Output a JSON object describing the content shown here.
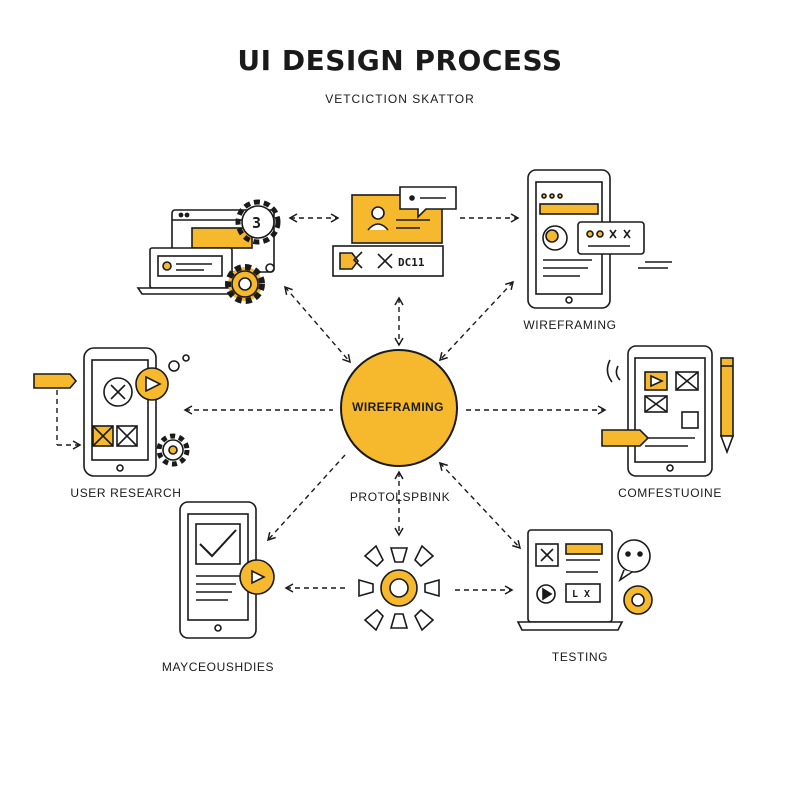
{
  "header": {
    "title": "UI DESIGN PROCESS",
    "subtitle": "VETCICTION SKATTOR"
  },
  "hub": {
    "label": "WIREFRAMING"
  },
  "nodes": {
    "top_right": {
      "label": "WIREFRAMING"
    },
    "left": {
      "label": "USER RESEARCH"
    },
    "right": {
      "label": "COMFESTUOINE"
    },
    "bottom_center": {
      "label": "PROTOLSPBINK"
    },
    "bottom_left": {
      "label": "MAYCEOUSHDIES"
    },
    "bottom_right": {
      "label": "TESTING"
    }
  },
  "glyphs": {
    "gear_number": "3",
    "top_center_card_text": "DC11",
    "testing_card_text": "L X"
  },
  "colors": {
    "accent": "#F6B92E",
    "accent_light": "#FFD666",
    "ink": "#1A1A1A",
    "background": "#FFFFFF"
  }
}
